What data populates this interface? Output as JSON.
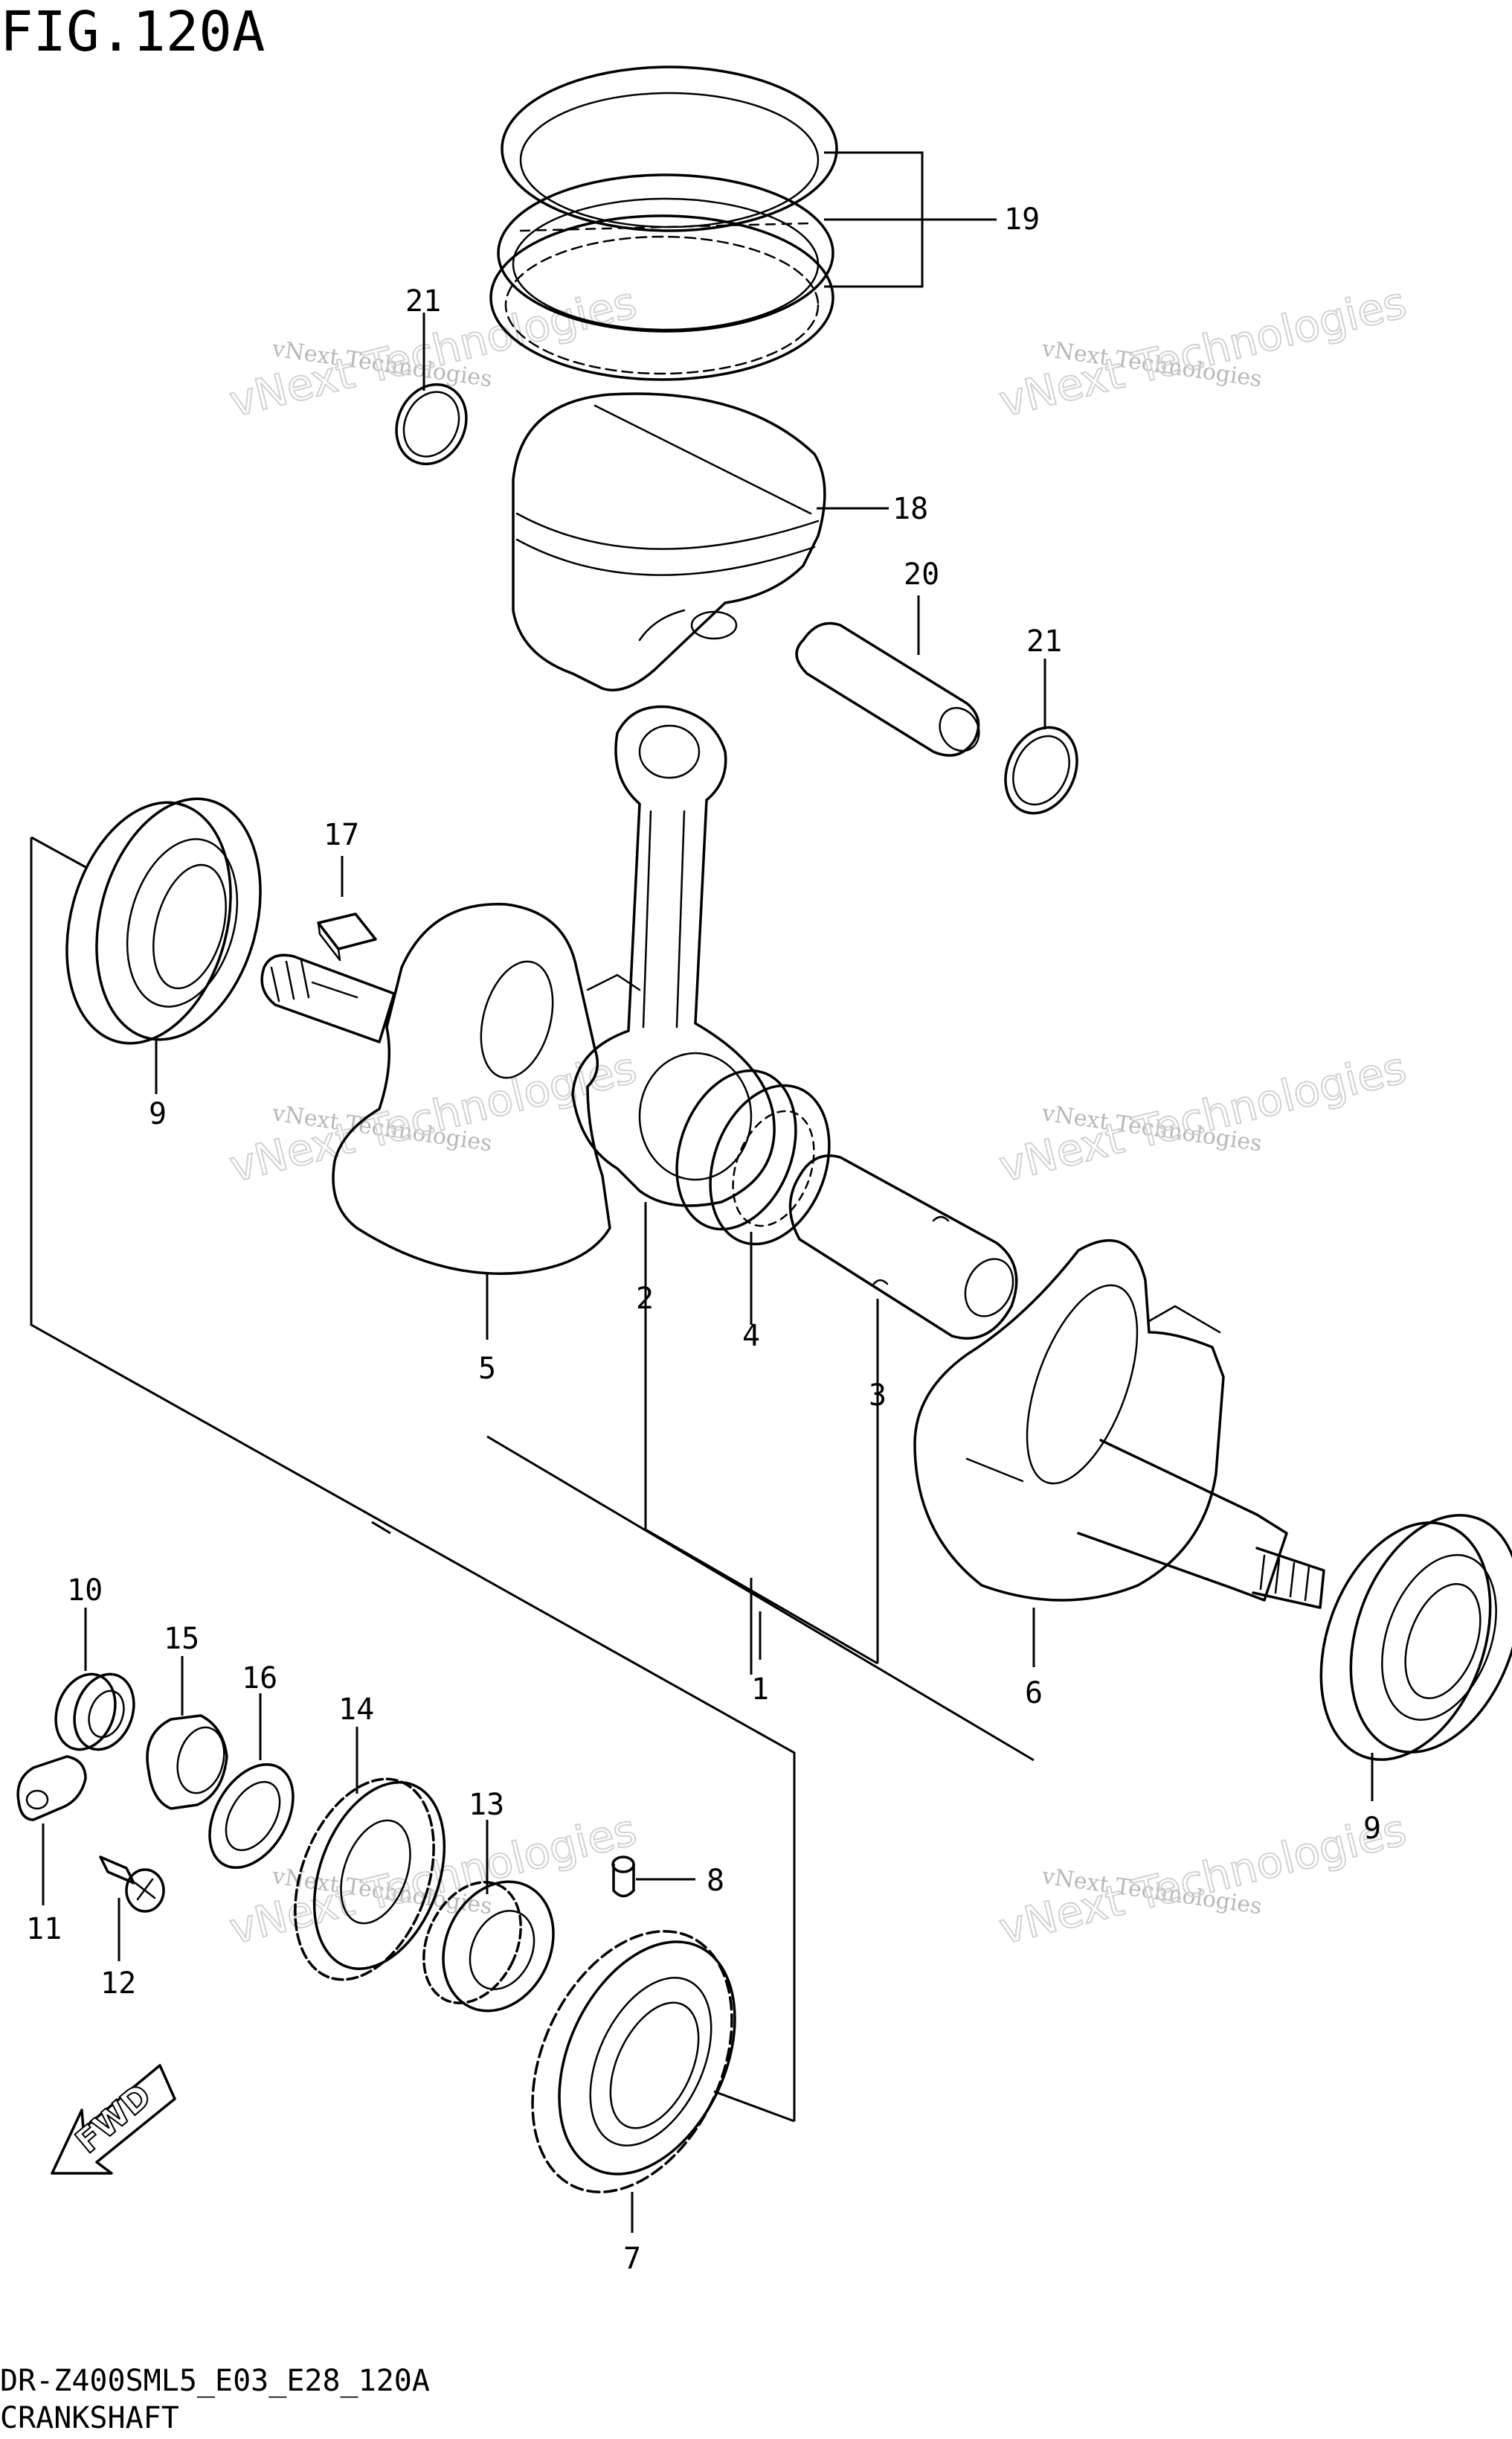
{
  "header": {
    "figure_title": "FIG.120A"
  },
  "footer": {
    "model_code": "DR-Z400SML5_E03_E28_120A",
    "section_name": "CRANKSHAFT"
  },
  "fwd_label": "FWD",
  "watermark": {
    "line1": "vNext Technologies",
    "line2": "vNext Technologies"
  },
  "callouts": [
    "19",
    "21",
    "18",
    "20",
    "21",
    "17",
    "9",
    "2",
    "4",
    "5",
    "3",
    "1",
    "6",
    "9",
    "10",
    "15",
    "16",
    "14",
    "13",
    "8",
    "11",
    "12",
    "7"
  ]
}
